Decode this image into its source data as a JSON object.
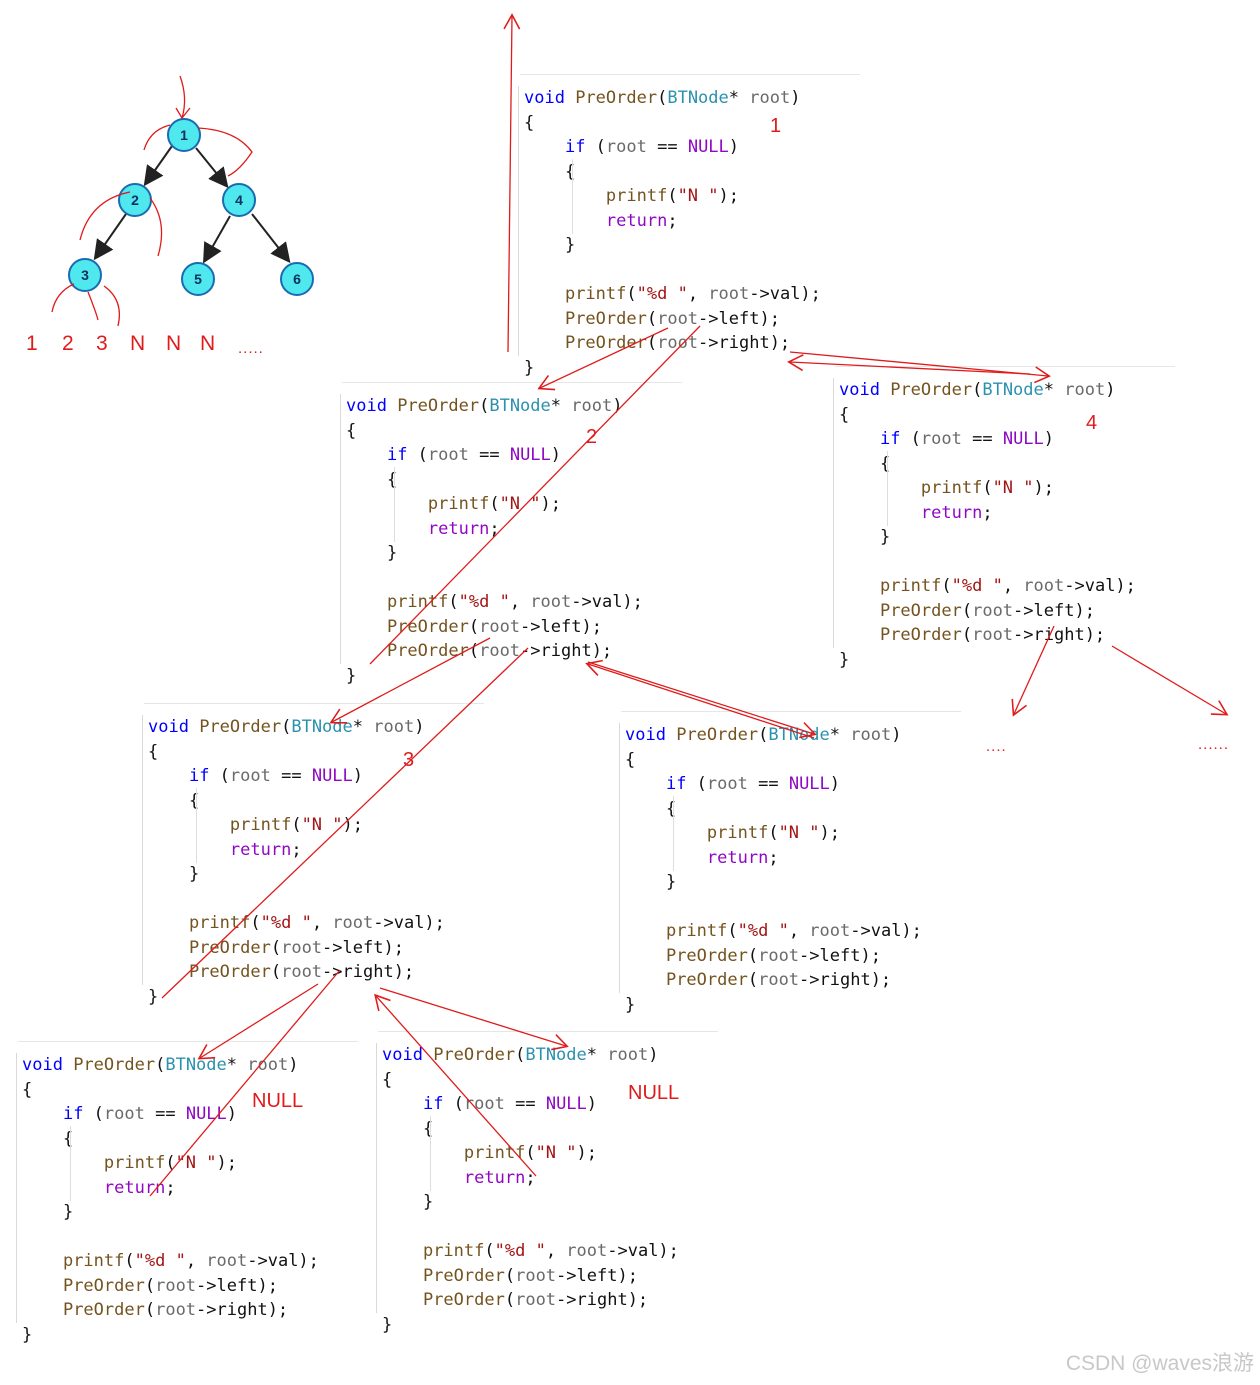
{
  "code_lines": [
    [
      [
        "kw",
        "void"
      ],
      [
        "plain",
        " "
      ],
      [
        "fn",
        "PreOrder"
      ],
      [
        "plain",
        "("
      ],
      [
        "typ",
        "BTNode"
      ],
      [
        "plain",
        "* "
      ],
      [
        "id",
        "root"
      ],
      [
        "plain",
        ")"
      ]
    ],
    [
      [
        "plain",
        "{"
      ]
    ],
    [
      [
        "plain",
        "    "
      ],
      [
        "kw",
        "if"
      ],
      [
        "plain",
        " ("
      ],
      [
        "id",
        "root"
      ],
      [
        "plain",
        " == "
      ],
      [
        "kwp",
        "NULL"
      ],
      [
        "plain",
        ")"
      ]
    ],
    [
      [
        "plain",
        "    {"
      ]
    ],
    [
      [
        "plain",
        "        "
      ],
      [
        "fn",
        "printf"
      ],
      [
        "plain",
        "("
      ],
      [
        "str",
        "\"N \""
      ],
      [
        "plain",
        ");"
      ]
    ],
    [
      [
        "plain",
        "        "
      ],
      [
        "kwp",
        "return"
      ],
      [
        "plain",
        ";"
      ]
    ],
    [
      [
        "plain",
        "    }"
      ]
    ],
    [
      [
        "plain",
        ""
      ]
    ],
    [
      [
        "plain",
        "    "
      ],
      [
        "fn",
        "printf"
      ],
      [
        "plain",
        "("
      ],
      [
        "str",
        "\"%d \""
      ],
      [
        "plain",
        ", "
      ],
      [
        "id",
        "root"
      ],
      [
        "plain",
        "->val);"
      ]
    ],
    [
      [
        "plain",
        "    "
      ],
      [
        "fn",
        "PreOrder"
      ],
      [
        "plain",
        "("
      ],
      [
        "id",
        "root"
      ],
      [
        "plain",
        "->left);"
      ]
    ],
    [
      [
        "plain",
        "    "
      ],
      [
        "fn",
        "PreOrder"
      ],
      [
        "plain",
        "("
      ],
      [
        "id",
        "root"
      ],
      [
        "plain",
        "->right);"
      ]
    ],
    [
      [
        "plain",
        "}"
      ]
    ]
  ],
  "frame_notes": [
    "1",
    "2",
    "4",
    "3",
    "",
    "NULL",
    "NULL"
  ],
  "tree": {
    "nodes": [
      "1",
      "2",
      "4",
      "3",
      "5",
      "6"
    ],
    "node_fill": "#4ee8ee",
    "node_stroke": "#1a6bb0"
  },
  "output_sequence": [
    "1",
    "2",
    "3",
    "N",
    "N",
    "N",
    "....."
  ],
  "ellipses": [
    "....",
    "......"
  ],
  "watermark": "CSDN @waves浪游",
  "annotation_color": "#e01b1b"
}
